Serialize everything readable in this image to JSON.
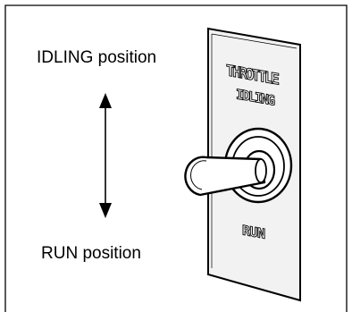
{
  "labels": {
    "idling_position": "IDLING position",
    "run_position": "RUN position"
  },
  "plate": {
    "line1": "THROTTLE",
    "line2": "IDLING",
    "line3": "RUN"
  },
  "icons": {
    "arrow": "double-headed-vertical-arrow-icon",
    "switch": "toggle-switch-icon"
  },
  "colors": {
    "ink": "#000000",
    "background": "#ffffff",
    "plate": "#f2f2f2"
  }
}
